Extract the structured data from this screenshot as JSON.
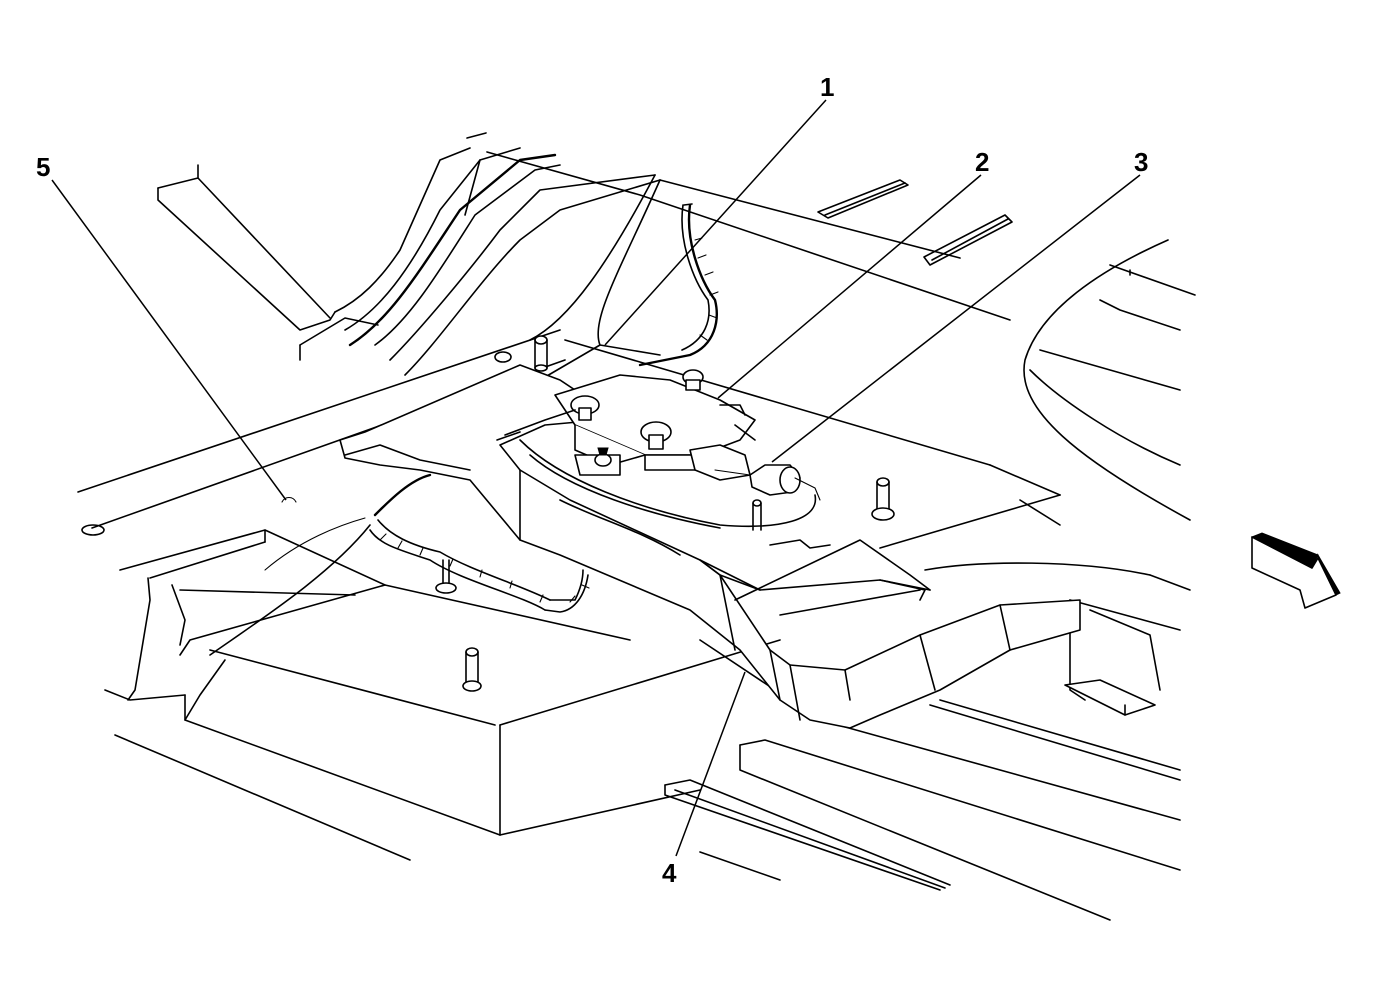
{
  "callouts": [
    {
      "id": "c1",
      "label": "1"
    },
    {
      "id": "c2",
      "label": "2"
    },
    {
      "id": "c3",
      "label": "3"
    },
    {
      "id": "c4",
      "label": "4"
    },
    {
      "id": "c5",
      "label": "5"
    }
  ],
  "direction_icon": "front-direction-arrow-icon",
  "line_color": "#000000",
  "background_color": "#ffffff"
}
